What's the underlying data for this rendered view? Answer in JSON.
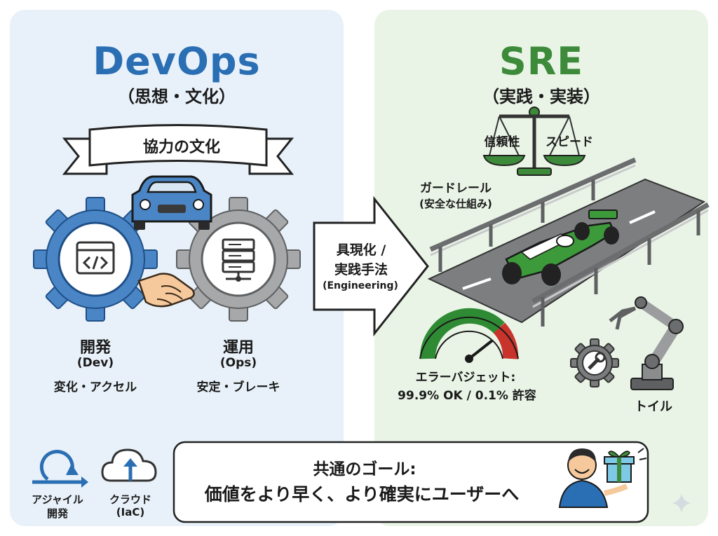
{
  "devops": {
    "title": "DevOps",
    "subtitle": "（思想・文化）",
    "banner": "協力の文化",
    "dev": {
      "name": "開発",
      "short": "(Dev)",
      "desc": "変化・アクセル"
    },
    "ops": {
      "name": "運用",
      "short": "(Ops)",
      "desc": "安定・ブレーキ"
    },
    "agile": {
      "line1": "アジャイル",
      "line2": "開発"
    },
    "cloud": {
      "line1": "クラウド",
      "line2": "(IaC)"
    }
  },
  "arrow": {
    "line1": "具現化 /",
    "line2": "実践手法",
    "line3": "(Engineering)"
  },
  "sre": {
    "title": "SRE",
    "subtitle": "（実践・実装）",
    "scale_left": "信頼性",
    "scale_right": "スピード",
    "guardrail": "ガードレール",
    "guardrail_note": "(安全な仕組み)",
    "error_budget": "エラーバジェット:",
    "error_budget_values": "99.9% OK / 0.1% 許容",
    "toil": "トイル"
  },
  "goal": {
    "line1": "共通のゴール:",
    "line2": "価値をより早く、より確実にユーザーへ"
  },
  "colors": {
    "devops_blue": "#2a6eb3",
    "sre_green": "#3d8a3a",
    "gauge_green": "#2f8a34",
    "gauge_red": "#c8342b",
    "gear_blue": "#4a86c6",
    "gear_gray": "#a6a8aa"
  }
}
